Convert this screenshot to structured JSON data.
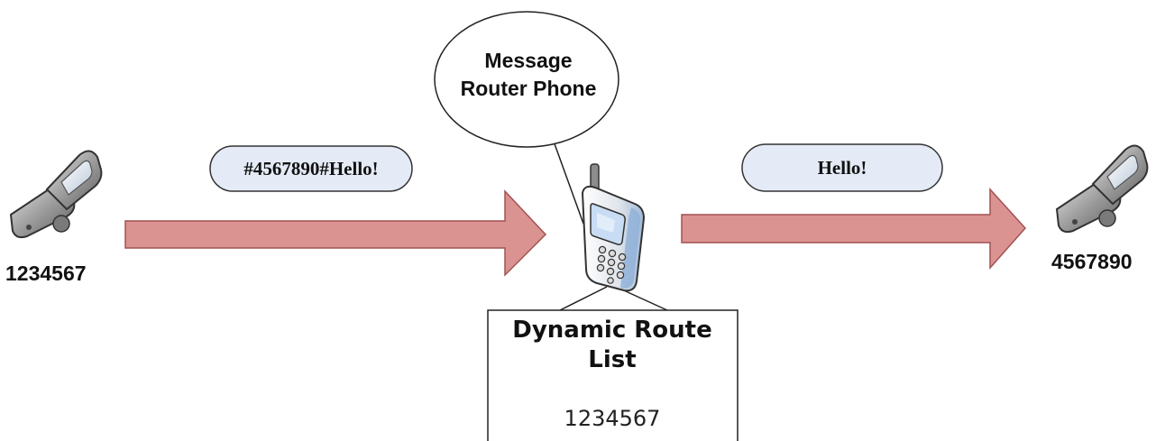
{
  "sender": {
    "number": "1234567",
    "icon": "flip-phone-icon"
  },
  "receiver": {
    "number": "4567890",
    "icon": "flip-phone-icon"
  },
  "router": {
    "label_line1": "Message",
    "label_line2": "Router Phone",
    "icon": "mobile-phone-icon"
  },
  "messages": {
    "incoming": "#4567890#Hello!",
    "outgoing": "Hello!"
  },
  "route_list": {
    "title_line1": "Dynamic Route",
    "title_line2": "List",
    "entries": [
      "1234567"
    ]
  },
  "colors": {
    "arrow_fill": "#db9392",
    "arrow_stroke": "#a25251",
    "bubble_fill": "#e4ebf7",
    "phone_body": "#a8a8a8",
    "router_phone_body": "#c7d9f0"
  }
}
